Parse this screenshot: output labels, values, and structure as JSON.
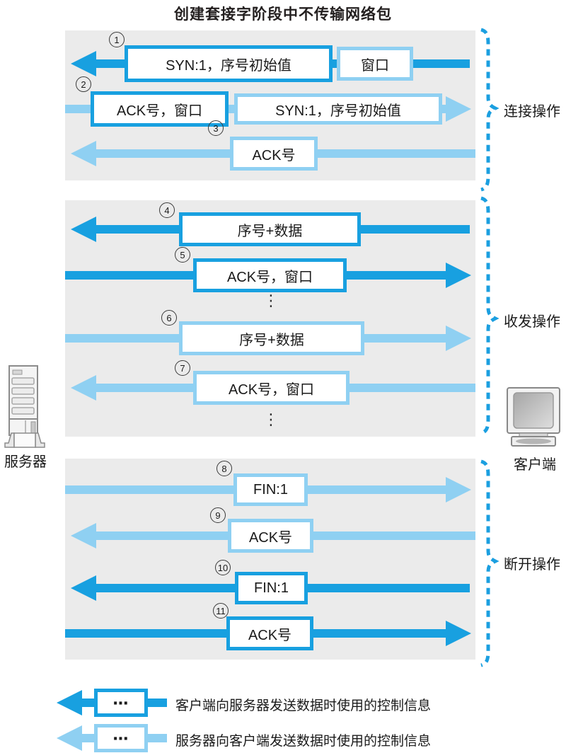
{
  "title": "创建套接字阶段中不传输网络包",
  "server_label": "服务器",
  "client_label": "客户端",
  "phases": [
    {
      "label": "连接操作"
    },
    {
      "label": "收发操作"
    },
    {
      "label": "断开操作"
    }
  ],
  "steps": [
    {
      "num": "1",
      "dir": "to-server",
      "boxes": [
        "SYN:1，序号初始值",
        "窗口"
      ]
    },
    {
      "num": "2",
      "dir": "to-client",
      "boxes": [
        "ACK号，窗口",
        "SYN:1，序号初始值"
      ]
    },
    {
      "num": "3",
      "dir": "to-server",
      "boxes": [
        "ACK号"
      ]
    },
    {
      "num": "4",
      "dir": "to-server",
      "boxes": [
        "序号+数据"
      ]
    },
    {
      "num": "5",
      "dir": "to-client",
      "boxes": [
        "ACK号，窗口"
      ]
    },
    {
      "num": "6",
      "dir": "to-client",
      "boxes": [
        "序号+数据"
      ]
    },
    {
      "num": "7",
      "dir": "to-server",
      "boxes": [
        "ACK号，窗口"
      ]
    },
    {
      "num": "8",
      "dir": "to-client",
      "boxes": [
        "FIN:1"
      ]
    },
    {
      "num": "9",
      "dir": "to-server",
      "boxes": [
        "ACK号"
      ]
    },
    {
      "num": "10",
      "dir": "to-server",
      "boxes": [
        "FIN:1"
      ]
    },
    {
      "num": "11",
      "dir": "to-client",
      "boxes": [
        "ACK号"
      ]
    }
  ],
  "ellipsis": "⋮",
  "legend": [
    {
      "symbol": "⋯",
      "text": "客户端向服务器发送数据时使用的控制信息"
    },
    {
      "symbol": "⋯",
      "text": "服务器向客户端发送数据时使用的控制信息"
    }
  ],
  "colors": {
    "client_to_server_arrow": "#18a0e0",
    "server_to_client_arrow": "#8fd0f2",
    "panel_background": "#ebebeb",
    "bracket_blue": "#1b9fe0"
  }
}
